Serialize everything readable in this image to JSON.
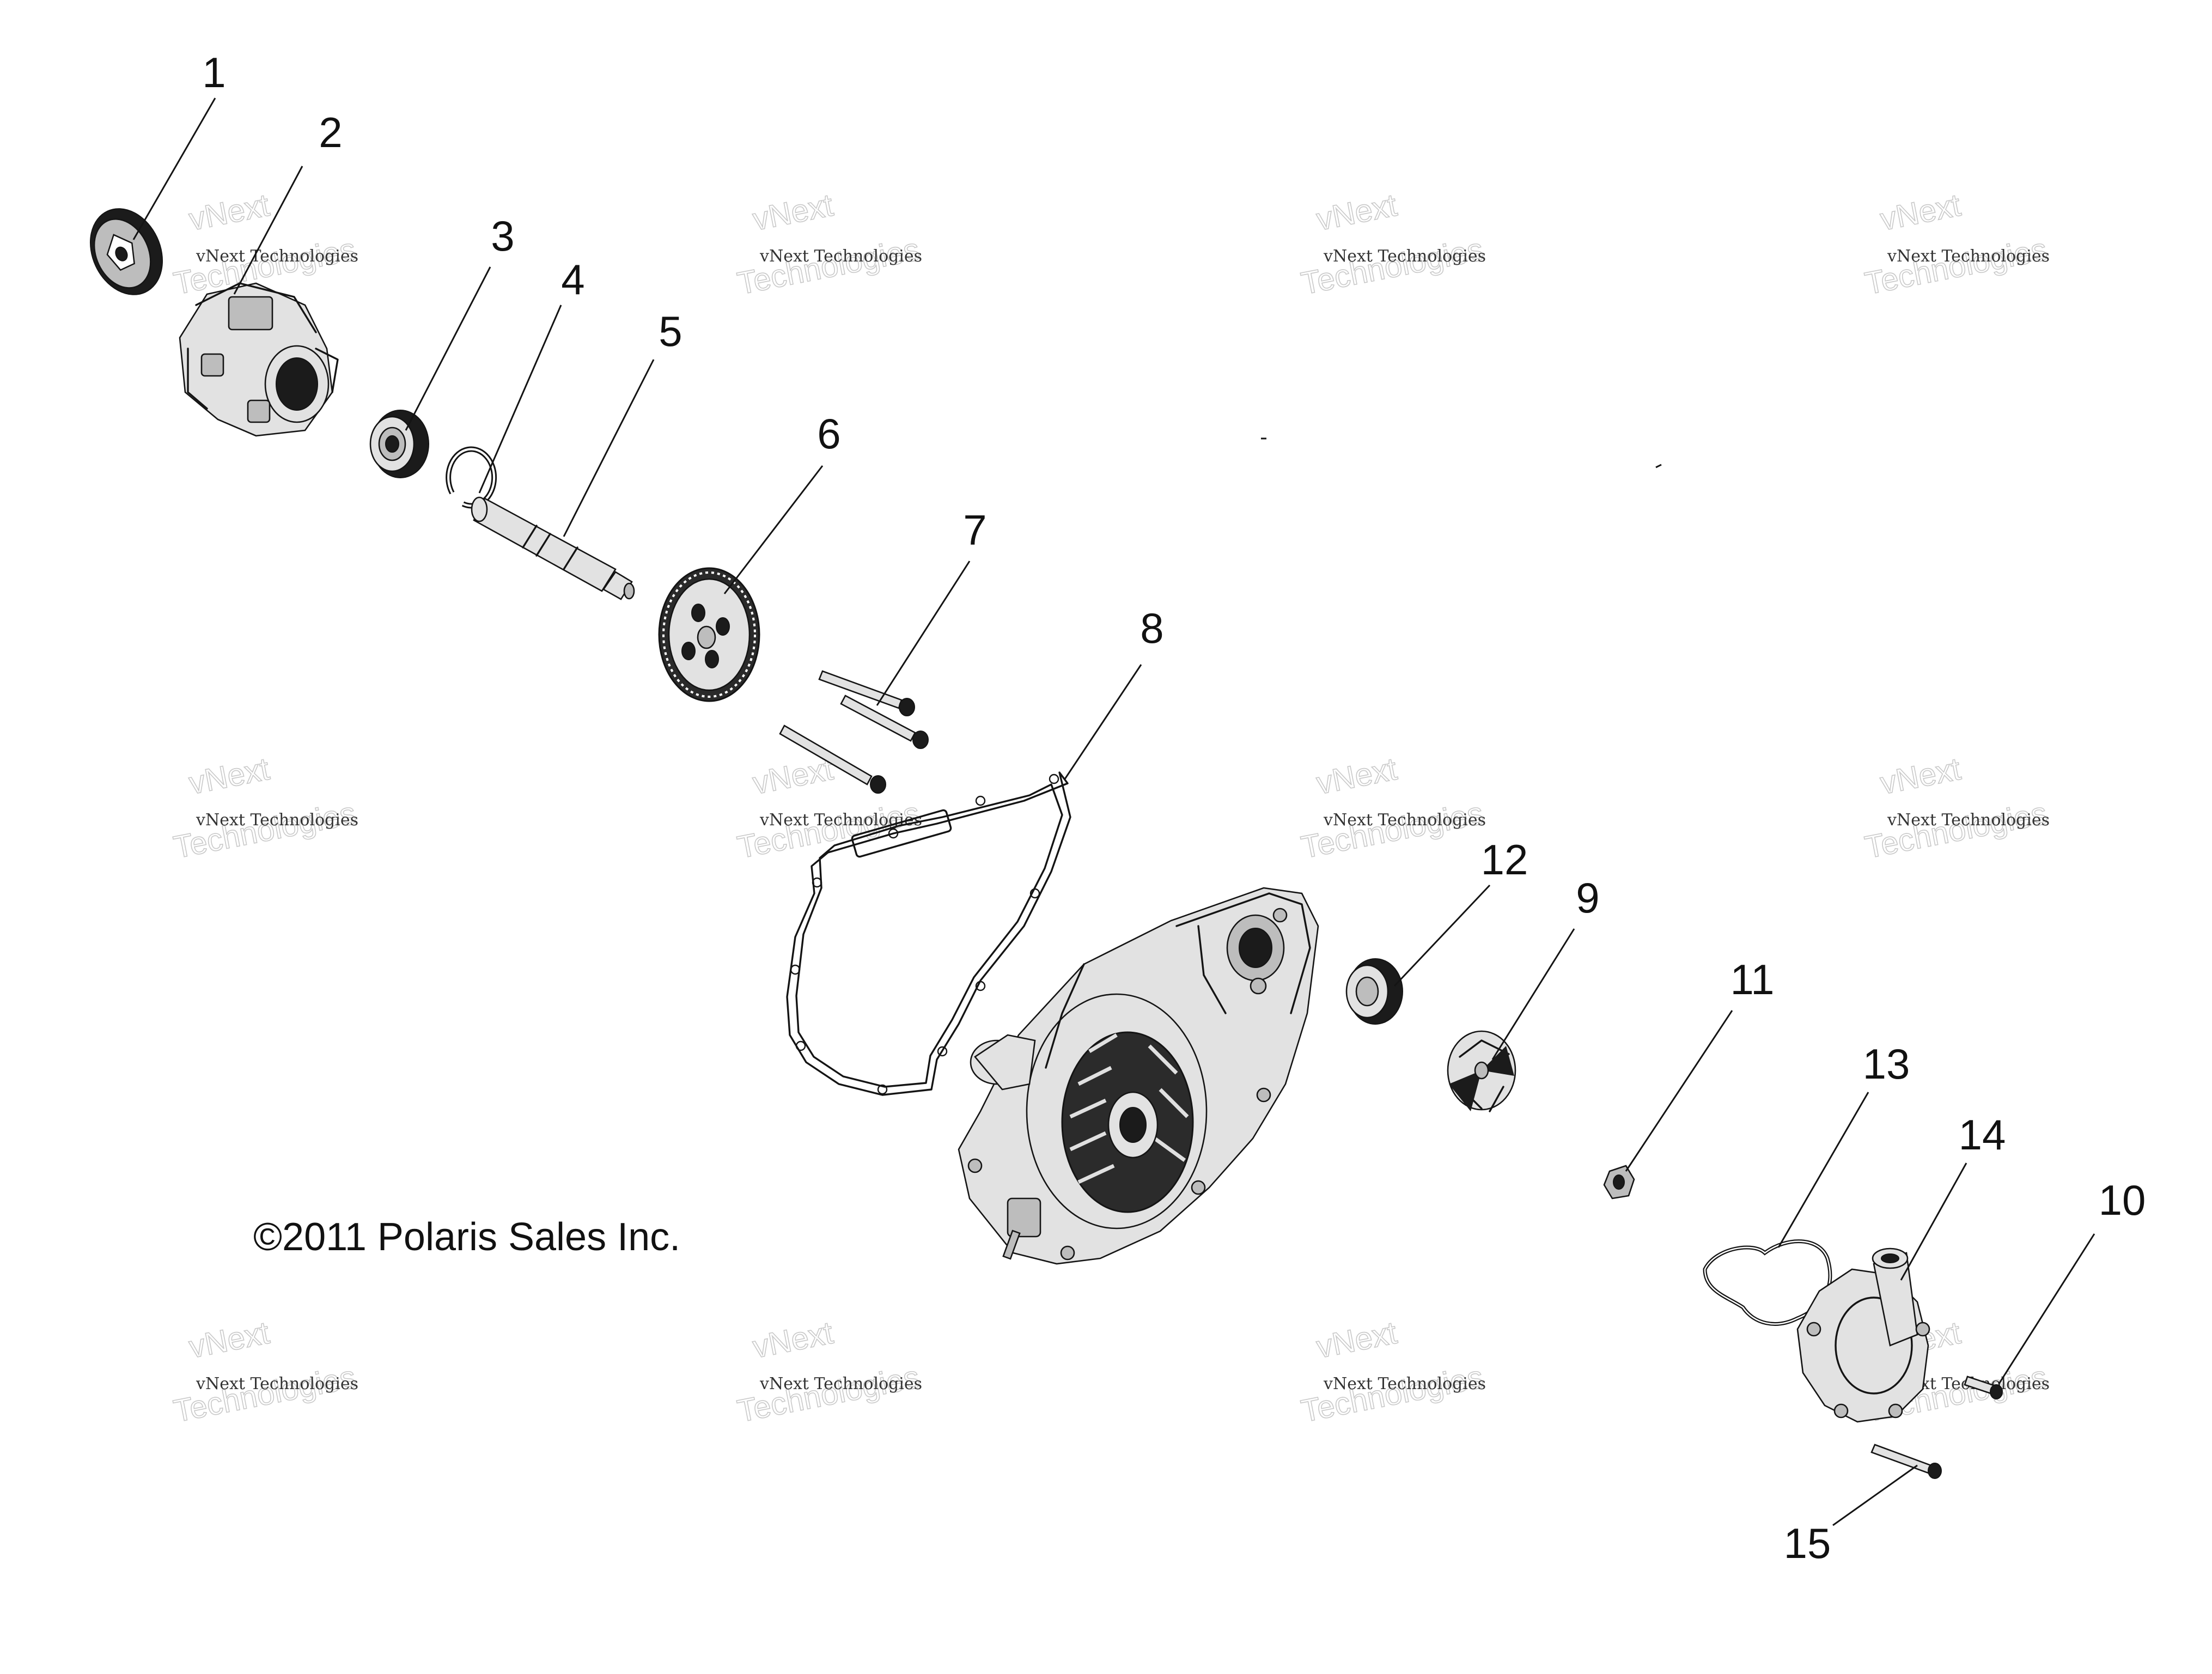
{
  "diagram": {
    "callouts": [
      "1",
      "2",
      "3",
      "4",
      "5",
      "6",
      "7",
      "8",
      "9",
      "10",
      "11",
      "12",
      "13",
      "14",
      "15"
    ],
    "copyright": "©2011 Polaris Sales Inc.",
    "watermark": {
      "line1": "vNext Technologies",
      "line2": "vNext",
      "line3": "Technologies"
    }
  }
}
